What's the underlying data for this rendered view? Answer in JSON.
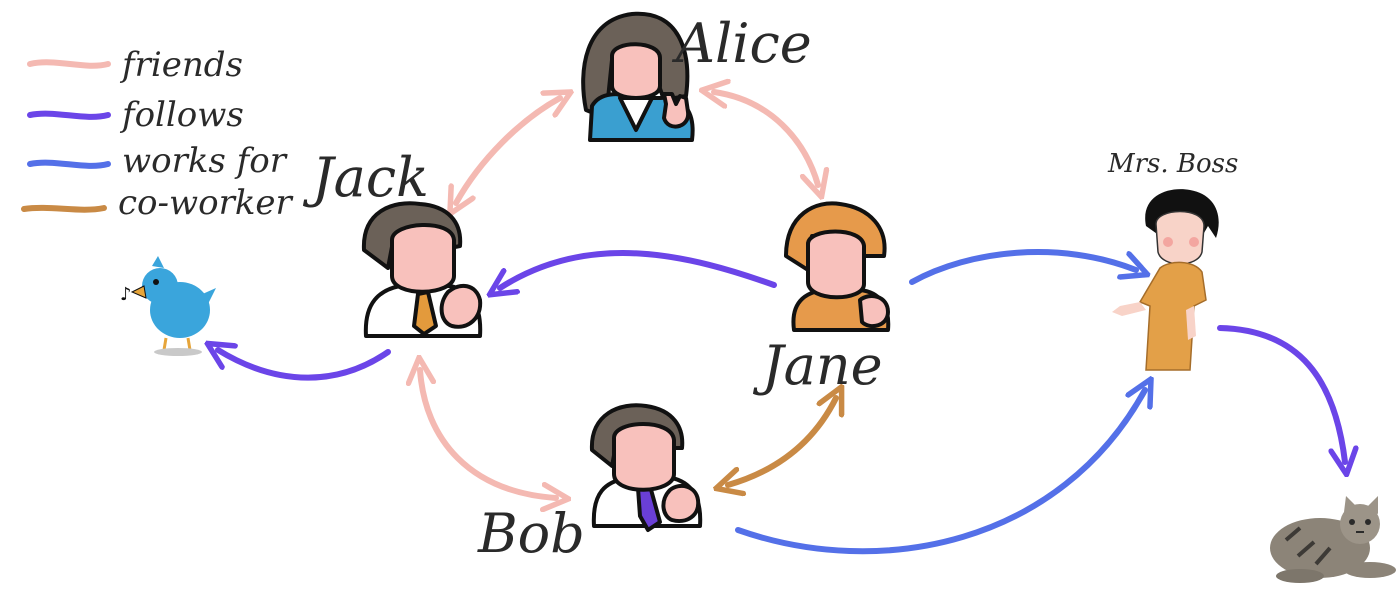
{
  "legend": [
    {
      "label": "friends",
      "color": "#f4b9b2"
    },
    {
      "label": "follows",
      "color": "#6b45e8"
    },
    {
      "label": "works for",
      "color": "#5470e8"
    },
    {
      "label": "co-worker",
      "color": "#c98a45"
    }
  ],
  "people": {
    "alice": {
      "name": "Alice",
      "shirt": "#3a9fd0"
    },
    "jack": {
      "name": "Jack",
      "shirt": "#ffffff",
      "tie": "#e39a3c"
    },
    "jane": {
      "name": "Jane",
      "shirt": "#e69a4b"
    },
    "bob": {
      "name": "Bob",
      "shirt": "#ffffff",
      "tie": "#6a3fd6"
    },
    "mrs_boss": {
      "name": "Mrs. Boss",
      "dress": "#e3a048"
    }
  },
  "animals": {
    "bird": {
      "icon": "twitter-bird-icon",
      "color": "#3aa5dc"
    },
    "cat": {
      "icon": "cat-icon"
    }
  },
  "colors": {
    "skin": "#f8c1bc",
    "hair": "#6b6158",
    "jane_hair": "#e69a4b"
  }
}
